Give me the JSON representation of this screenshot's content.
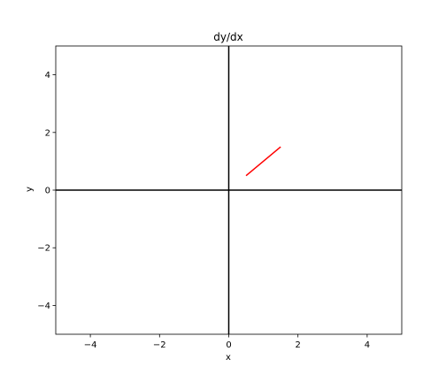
{
  "chart_data": {
    "type": "line",
    "title": "dy/dx",
    "xlabel": "x",
    "ylabel": "y",
    "xlim": [
      -5,
      5
    ],
    "ylim": [
      -5,
      5
    ],
    "xticks": [
      -4,
      -2,
      0,
      2,
      4
    ],
    "yticks": [
      -4,
      -2,
      0,
      2,
      4
    ],
    "xtick_labels": [
      "−4",
      "−2",
      "0",
      "2",
      "4"
    ],
    "ytick_labels": [
      "−4",
      "−2",
      "0",
      "2",
      "4"
    ],
    "grid": false,
    "reference_lines": {
      "x": 0,
      "y": 0,
      "color": "#000000"
    },
    "series": [
      {
        "x": [
          0.5,
          1.5
        ],
        "y": [
          0.5,
          1.5
        ],
        "color": "#ff0000"
      }
    ]
  }
}
